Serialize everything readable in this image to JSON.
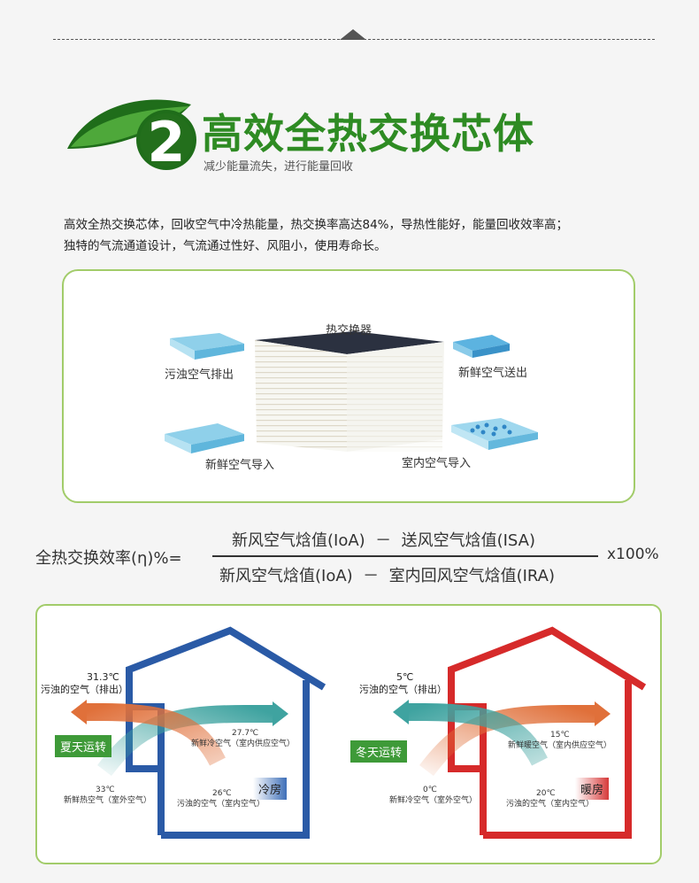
{
  "header": {
    "number": "2",
    "title": "高效全热交换芯体",
    "subtitle": "减少能量流失，进行能量回收"
  },
  "intro": {
    "line1": "高效全热交换芯体，回收空气中冷热能量，热交换率高达84%，导热性能好，能量回收效率高；",
    "line2": "独特的气流通道设计，气流通过性好、风阻小，使用寿命长。"
  },
  "exchanger": {
    "core_label": "热交换器",
    "exhaust_out": "污浊空气排出",
    "fresh_out": "新鲜空气送出",
    "fresh_in": "新鲜空气导入",
    "indoor_in": "室内空气导入"
  },
  "formula": {
    "left": "全热交换效率(η)%=",
    "numerator": "新风空气焓值(IoA)  －  送风空气焓值(ISA)",
    "denominator": "新风空气焓值(IoA)  －  室内回风空气焓值(IRA)",
    "multiplier": "x100%"
  },
  "summer": {
    "exhaust_temp": "31.3℃",
    "exhaust_label": "污浊的空气（排出）",
    "mode_label": "夏天运转",
    "supply_temp": "27.7℃",
    "supply_label": "新鲜冷空气（室内供应空气）",
    "outdoor_temp": "33℃",
    "outdoor_label": "新鲜热空气（室外空气）",
    "indoor_temp": "26℃",
    "indoor_label": "污浊的空气（室内空气）",
    "badge": "冷房"
  },
  "winter": {
    "exhaust_temp": "5℃",
    "exhaust_label": "污浊的空气（排出）",
    "mode_label": "冬天运转",
    "supply_temp": "15℃",
    "supply_label": "新鲜暖空气（室内供应空气）",
    "outdoor_temp": "0℃",
    "outdoor_label": "新鲜冷空气（室外空气）",
    "indoor_temp": "20℃",
    "indoor_label": "污浊的空气（室内空气）",
    "badge": "暖房"
  },
  "colors": {
    "accent_green": "#2e8b23",
    "frame_green": "#a2cc6a",
    "summer_house": "#2a5aa6",
    "winter_house": "#d62a2a",
    "hot_arrow": "#e0703a",
    "cool_arrow": "#3fa3a0"
  }
}
